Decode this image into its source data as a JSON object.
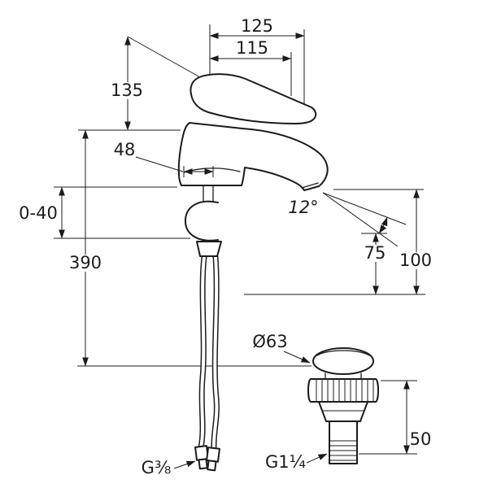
{
  "drawing": {
    "type": "technical-dimension-drawing",
    "subject": "single-lever basin mixer with pop-up waste",
    "units_shown": "mm",
    "labels": {
      "d125": "125",
      "d115": "115",
      "d135": "135",
      "d48": "48",
      "d040": "0-40",
      "d390": "390",
      "a12": "12°",
      "d75": "75",
      "d100": "100",
      "dia63": "Ø63",
      "d50": "50",
      "g38": "G⅜",
      "g114": "G1¼"
    }
  }
}
